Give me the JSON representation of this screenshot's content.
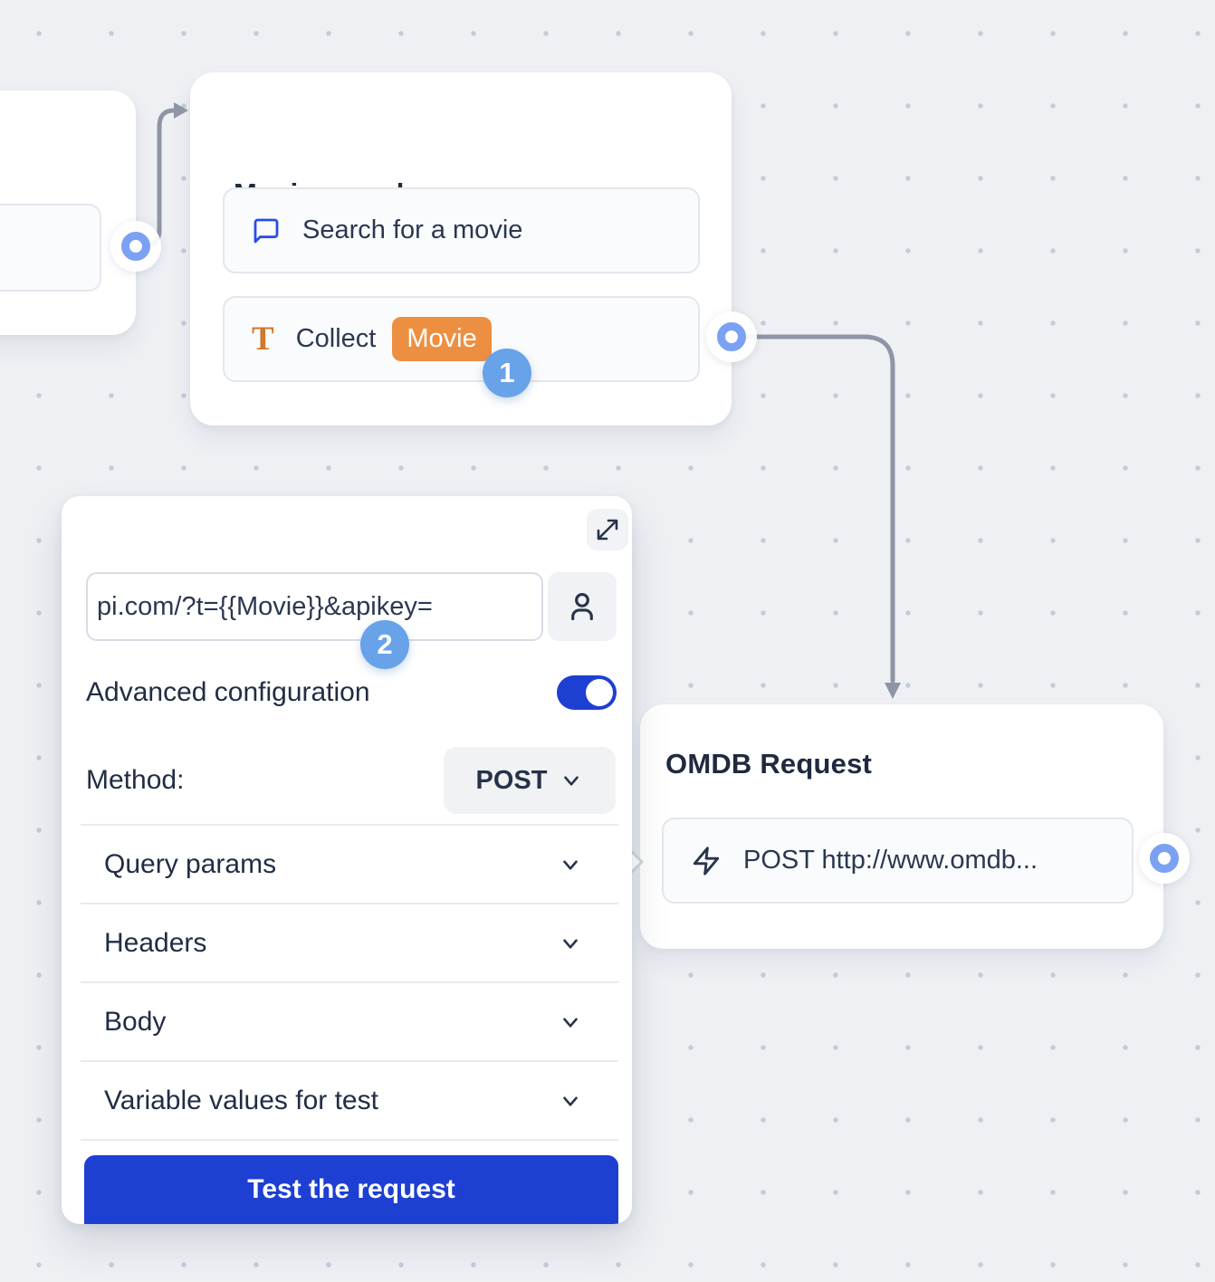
{
  "canvas": {
    "background_color": "#eef0f4",
    "dot_color": "#c5cbd8"
  },
  "colors": {
    "accent_blue": "#1d3fd2",
    "port_blue": "#7ba1f3",
    "step_badge_blue": "#68a2e9",
    "variable_badge_orange": "#ed8f41",
    "text_icon_orange": "#d0782c",
    "chat_icon_blue": "#2b4be8",
    "title_text": "#1f2a3e",
    "connector_gray": "#8e96a5"
  },
  "flow": {
    "movie_search": {
      "title": "Movie search",
      "items": [
        {
          "icon": "chat-bubble-icon",
          "label": "Search for a movie"
        },
        {
          "icon": "text-input-icon",
          "label": "Collect",
          "variable": "Movie"
        }
      ],
      "step_badge": "1"
    },
    "omdb_request": {
      "title": "OMDB Request",
      "item": {
        "icon": "lightning-icon",
        "label": "POST http://www.omdb..."
      }
    }
  },
  "panel": {
    "url_value": "pi.com/?t={{Movie}}&apikey=",
    "step_badge": "2",
    "advanced_label": "Advanced configuration",
    "advanced_enabled": true,
    "method_label": "Method:",
    "method_value": "POST",
    "sections": [
      {
        "label": "Query params"
      },
      {
        "label": "Headers"
      },
      {
        "label": "Body"
      },
      {
        "label": "Variable values for test"
      }
    ],
    "test_button": "Test the request"
  }
}
